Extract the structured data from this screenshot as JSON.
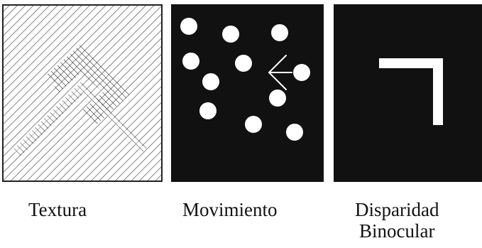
{
  "panels": [
    {
      "name": "texture-panel",
      "caption_lines": [
        "Textura"
      ]
    },
    {
      "name": "motion-panel",
      "caption_lines": [
        "Movimiento"
      ]
    },
    {
      "name": "disparity-panel",
      "caption_lines": [
        "Disparidad",
        "Binocular"
      ]
    }
  ],
  "colors": {
    "background": "#ffffff",
    "panel_dark": "#111111",
    "figure_light": "#ffffff",
    "hatch": "#333333",
    "caption_text": "#111111"
  }
}
